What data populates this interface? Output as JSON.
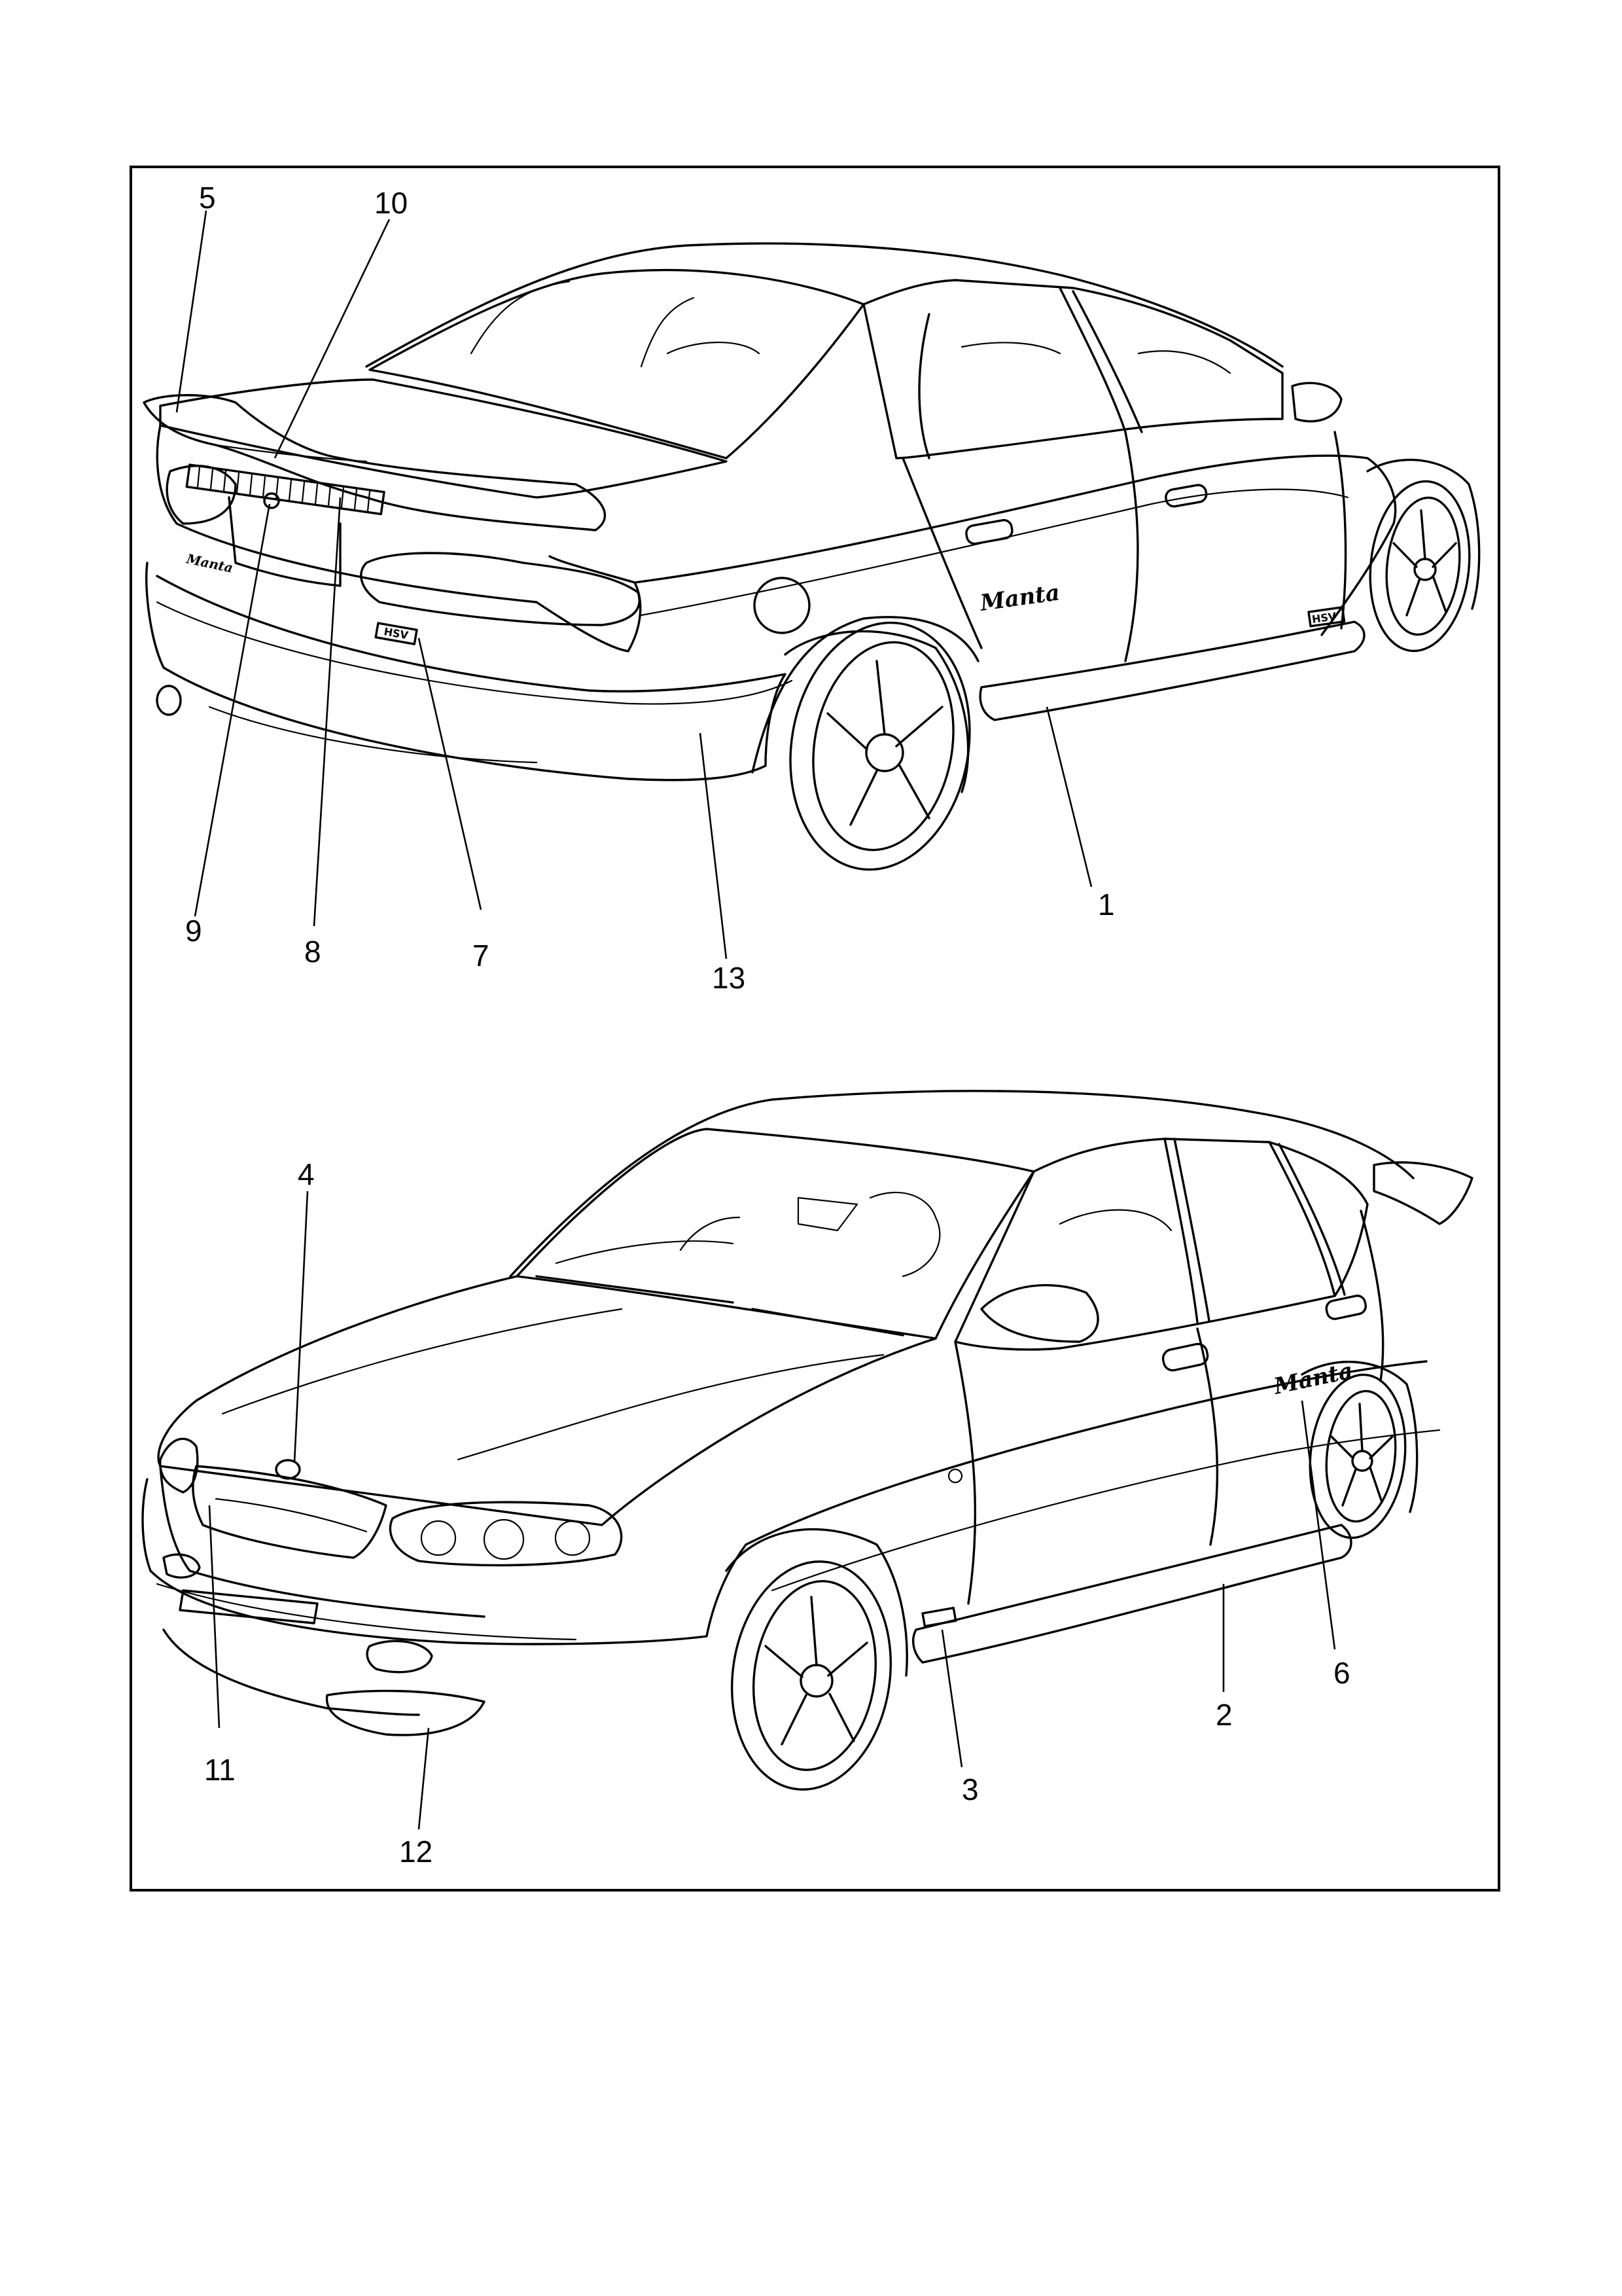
{
  "figure": {
    "callouts": [
      {
        "id": "c1",
        "label": "1"
      },
      {
        "id": "c2",
        "label": "2"
      },
      {
        "id": "c3",
        "label": "3"
      },
      {
        "id": "c4",
        "label": "4"
      },
      {
        "id": "c5",
        "label": "5"
      },
      {
        "id": "c6",
        "label": "6"
      },
      {
        "id": "c7",
        "label": "7"
      },
      {
        "id": "c8",
        "label": "8"
      },
      {
        "id": "c9",
        "label": "9"
      },
      {
        "id": "c10",
        "label": "10"
      },
      {
        "id": "c11",
        "label": "11"
      },
      {
        "id": "c12",
        "label": "12"
      },
      {
        "id": "c13",
        "label": "13"
      }
    ],
    "car_badges": {
      "door_script_rear": "Manta",
      "door_script_front": "Manta",
      "boot_script": "Manta",
      "sill_badge": "HSV",
      "boot_badge": "HSV"
    }
  }
}
